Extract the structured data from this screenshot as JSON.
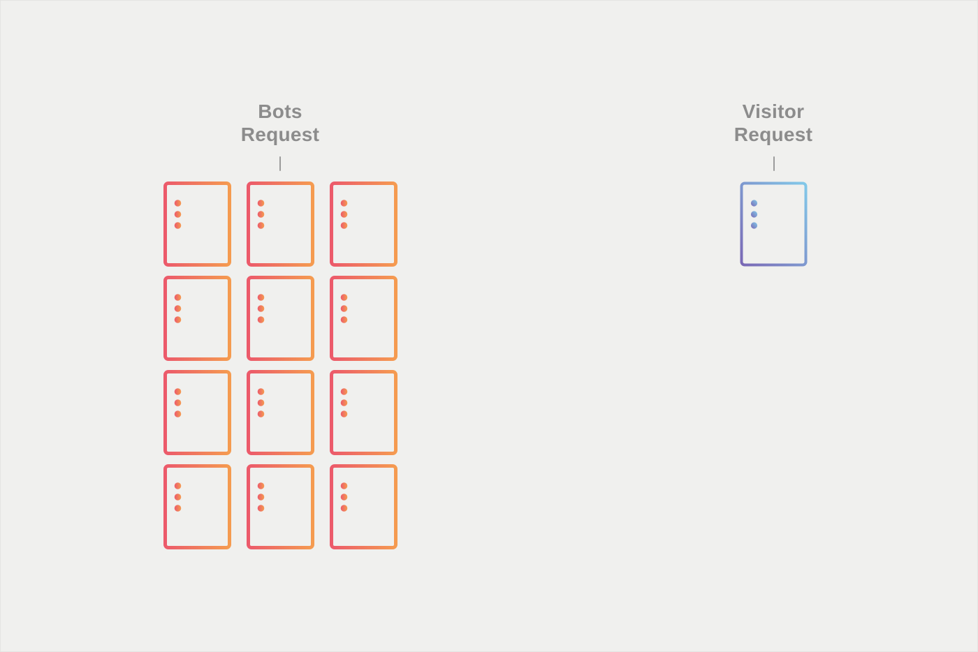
{
  "page": {
    "background": "#f0f0ee",
    "label_color": "#8c8c8c",
    "connector_color": "#9b9b9b"
  },
  "bots": {
    "label": "Bots Request",
    "document_count": 12,
    "grid_columns": 3,
    "grid_rows": 4,
    "icon": "document-list-icon",
    "gradient_from": "#EC5A6B",
    "gradient_to": "#F59B50"
  },
  "visitor": {
    "label": "Visitor Request",
    "document_count": 1,
    "icon": "document-list-icon",
    "gradient_from": "#7A68B5",
    "gradient_to": "#82C9E9"
  }
}
